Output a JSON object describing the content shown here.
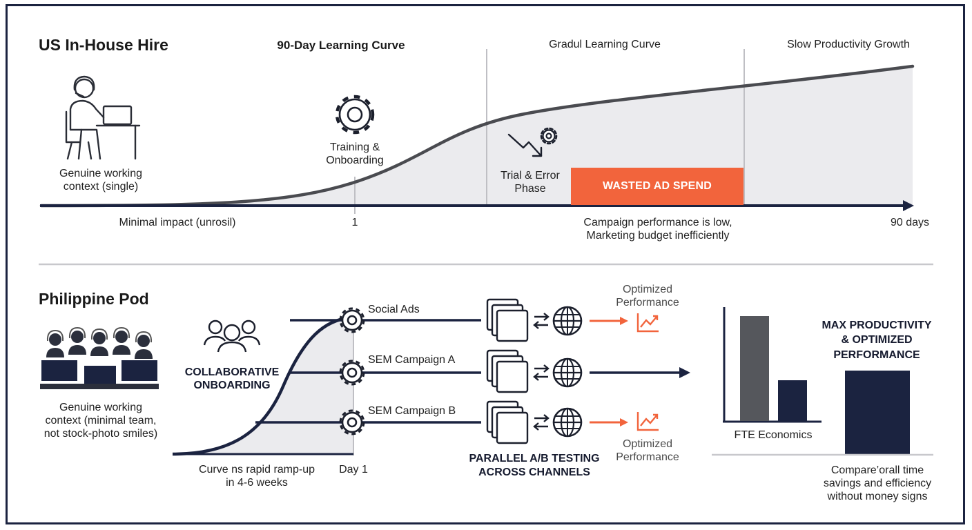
{
  "top": {
    "title": "US In-House Hire",
    "phase_titles": {
      "learning": "90-Day Learning Curve",
      "gradual": "Gradul Learning Curve",
      "slow": "Slow Productivity Growth"
    },
    "person_caption": [
      "Genuine working",
      "context (single)"
    ],
    "training_label": [
      "Training &",
      "Onboarding"
    ],
    "trial_label": [
      "Trial & Error",
      "Phase"
    ],
    "wasted_label": "WASTED AD SPEND",
    "axis": {
      "start_label": "Minimal impact (unrosil)",
      "mid_label": "1",
      "end_label": "90 days",
      "campaign_note": [
        "Campaign performance is low,",
        "Marketing budget inefficiently"
      ]
    }
  },
  "bottom": {
    "title": "Philippine Pod",
    "team_caption": [
      "Genuine working",
      "context (minimal team,",
      "not stock-photo smiles)"
    ],
    "onboarding_label": [
      "COLLABORATIVE",
      "ONBOARDING"
    ],
    "curve_caption": [
      "Curve ns rapid ramp-up",
      "in 4-6 weeks"
    ],
    "day_label": "Day 1",
    "channels": [
      "Social Ads",
      "SEM Campaign A",
      "SEM Campaign B"
    ],
    "optimized_label": [
      "Optimized",
      "Performance"
    ],
    "testing_label": [
      "PARALLEL A/B TESTING",
      "ACROSS CHANNELS"
    ],
    "fte_label": "FTE Economics",
    "max_label": [
      "MAX PRODUCTIVITY",
      "& OPTIMIZED",
      "PERFORMANCE"
    ],
    "compare_label": [
      "Compare’orall time",
      "savings and efficiency",
      "without money signs"
    ]
  },
  "colors": {
    "navy": "#1b2340",
    "orange": "#f2643c",
    "gray_bar": "#55575c",
    "curve": "#4a4b50",
    "area": "#ebebee"
  },
  "icons": [
    "headset-person-laptop-icon",
    "gear-icon",
    "trend-down-gear-icon",
    "people-group-icon",
    "team-headset-icon",
    "browser-windows-icon",
    "swap-arrows-icon",
    "globe-icon",
    "trend-up-icon"
  ]
}
